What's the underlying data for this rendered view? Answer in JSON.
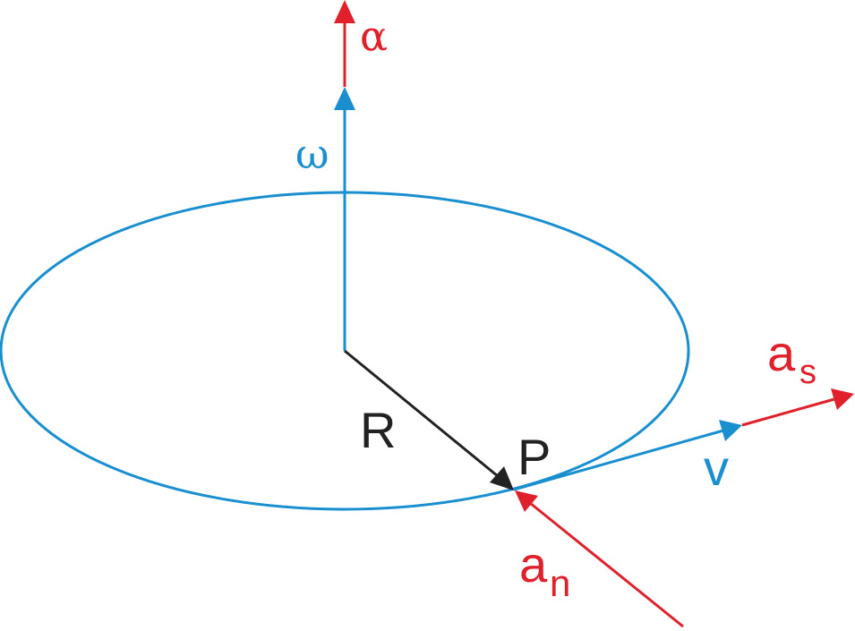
{
  "colors": {
    "blue": "#1a8fd0",
    "red": "#e0202a",
    "black": "#222222"
  },
  "labels": {
    "alpha": "α",
    "omega": "ω",
    "radius": "R",
    "point": "P",
    "velocity": "v",
    "as_base": "a",
    "as_sub": "s",
    "an_base": "a",
    "an_sub": "n"
  }
}
